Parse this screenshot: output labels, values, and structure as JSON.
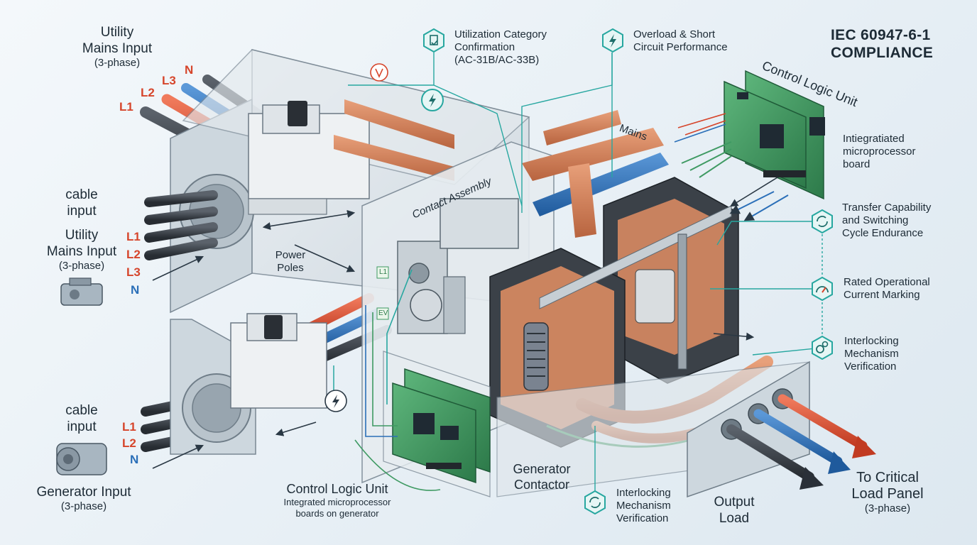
{
  "header": {
    "compliance_title": "IEC 60947-6-1\nCOMPLIANCE"
  },
  "inputs": {
    "utility_top": {
      "title": "Utility\nMains Input",
      "phase": "(3-phase)"
    },
    "cable_input_upper": "cable\ninput",
    "utility_mid": {
      "title": "Utility\nMains Input",
      "phase": "(3-phase)"
    },
    "cable_input_lower": "cable\ninput",
    "generator": {
      "title": "Generator Input",
      "phase": "(3-phase)"
    }
  },
  "wire_labels": {
    "l1": "L1",
    "l2": "L2",
    "l3": "L3",
    "n": "N"
  },
  "components": {
    "power_poles": "Power\nPoles",
    "contact_assembly": "Contact Assembly",
    "mains": "Mains",
    "generator_contactor": "Generator\nContactor",
    "phase_marks": {
      "first": "L1",
      "second": "EV"
    }
  },
  "control_logic_top": {
    "title": "Control Logic Unit",
    "description": "Intiegratiated\nmicroprocessor\nboard"
  },
  "control_logic_bottom": {
    "title": "Control Logic Unit",
    "description": "Integrated microprocessor\nboards on generator"
  },
  "callouts": {
    "utilization": {
      "text": "Utilization Category\nConfirmation\n(AC-31B/AC-33B)",
      "icon": "document-check-icon"
    },
    "overload": {
      "text": "Overload & Short\nCircuit Performance",
      "icon": "lightning-icon"
    },
    "transfer": {
      "text": "Transfer Capability\nand Switching\nCycle Endurance",
      "icon": "cycle-arrows-icon"
    },
    "rated_current": {
      "text": "Rated Operational\nCurrent Marking",
      "icon": "gauge-icon"
    },
    "interlocking_right": {
      "text": "Interlocking\nMechanism\nVerification",
      "icon": "gears-icon"
    },
    "interlocking_bottom": {
      "text": "Interlocking\nMechanism\nVerification",
      "icon": "cycle-arrows-icon"
    }
  },
  "output": {
    "label": "Output\nLoad",
    "destination_title": "To Critical\nLoad Panel",
    "destination_phase": "(3-phase)"
  },
  "colors": {
    "red_phase": "#d6452b",
    "blue_phase": "#2a6fb8",
    "copper": "#d0825c",
    "teal_accent": "#27a7a0",
    "pcb_green": "#3f9a63",
    "cable_dark": "#3a4048"
  }
}
